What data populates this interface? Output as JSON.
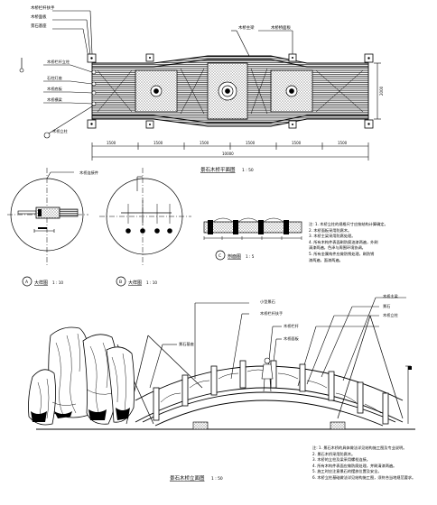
{
  "plan": {
    "title": "景石木桥平面图",
    "scale": "1 : 50",
    "dim_total": "10000",
    "dim_segments": [
      "1500",
      "1500",
      "1500",
      "1500",
      "1500",
      "1500"
    ],
    "dim_height": "2000",
    "labels_top": [
      "木桥栏杆扶手",
      "木桥面板",
      "景石基座",
      "木桥主梁",
      "木桥桥面板"
    ],
    "labels_left": [
      "木桥栏杆立柱",
      "石柱灯座",
      "木桥底板",
      "木桥横梁",
      "木桥立柱"
    ]
  },
  "detail_a": {
    "id": "A",
    "title": "大样图",
    "scale": "1 : 10",
    "label": "木桥连接件"
  },
  "detail_b": {
    "id": "B",
    "title": "大样图",
    "scale": "1 : 10"
  },
  "section": {
    "id": "C",
    "title": "剖面图",
    "scale": "1 : 5"
  },
  "notes_right": {
    "lines": [
      "注: 1. 木桥立柱的规格尺寸应按结构计算确定。",
      "2. 木桥面板采用防腐木。",
      "3. 木桥主梁采用防腐处理。",
      "4. 所有木构件表面刷防腐油漆两遍，外刷",
      "   清漆两遍，色泽与周围环境协调。",
      "5. 所有金属构件应做防锈处理，刷防锈",
      "   漆两遍，面漆两遍。"
    ]
  },
  "elevation": {
    "title": "景石木桥立面图",
    "scale": "1 : 50",
    "labels": [
      "小型景石",
      "木桥栏杆扶手",
      "木桥栏杆",
      "木桥面板",
      "景石基座",
      "木桥主梁",
      "景石",
      "木桥立柱"
    ]
  },
  "notes_bottom": {
    "lines": [
      "注: 1. 景石木桥的具体做法详见结构施工图及专业说明。",
      "2. 景石木桥采用防腐木。",
      "3. 木桥的立柱及梁采用螺栓连接。",
      "4. 所有木构件表面应做防腐处理，并刷清漆两遍。",
      "5. 施工时应注意景石的摆放位置及安全。",
      "6. 木桥立柱基础做法详见结构施工图，须符合当地规范要求。"
    ]
  }
}
